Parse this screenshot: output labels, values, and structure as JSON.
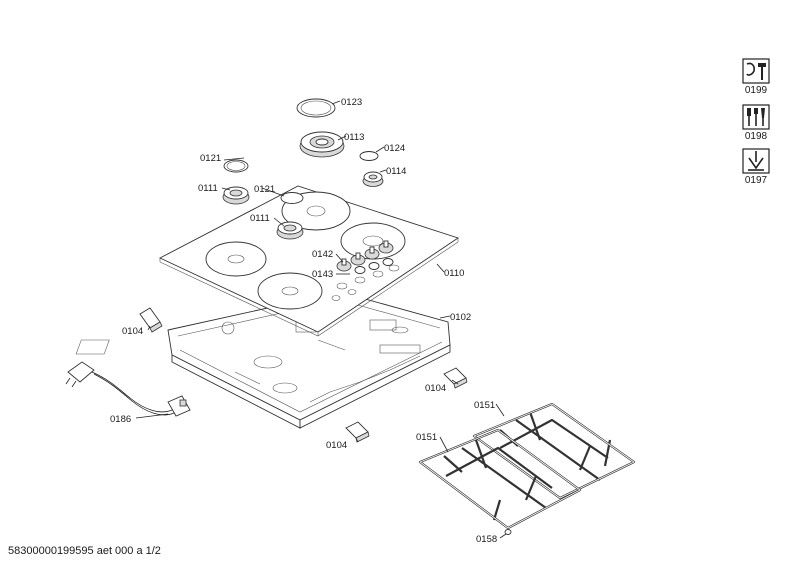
{
  "callouts": {
    "c0123": "0123",
    "c0113": "0113",
    "c0121a": "0121",
    "c0124": "0124",
    "c0111a": "0111",
    "c0121b": "0121",
    "c0114": "0114",
    "c0111b": "0111",
    "c0142": "0142",
    "c0143": "0143",
    "c0110": "0110",
    "c0104a": "0104",
    "c0102": "0102",
    "c0104b": "0104",
    "c0186": "0186",
    "c0151a": "0151",
    "c0151b": "0151",
    "c0104c": "0104",
    "c0158": "0158"
  },
  "side_panel": [
    {
      "label": "0199",
      "icon": "service-wrench-icon"
    },
    {
      "label": "0198",
      "icon": "tools-icon"
    },
    {
      "label": "0197",
      "icon": "installation-icon"
    }
  ],
  "footer": "58300000199595 aet 000 a 1/2"
}
